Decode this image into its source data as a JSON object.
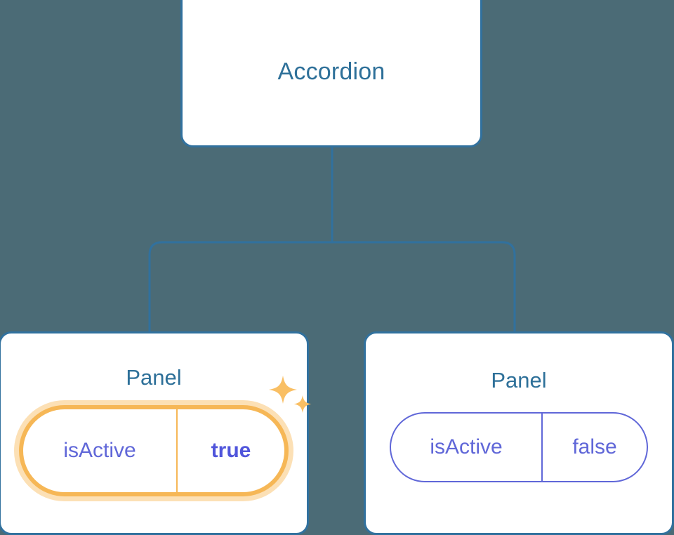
{
  "theme": {
    "background": "#4b6b76",
    "card_background": "#ffffff",
    "card_border": "#31719e",
    "connector": "#31719e",
    "title_text": "#2e7099",
    "prop_text": "#6067d8",
    "prop_border": "#6067d8",
    "highlight_stroke": "#f6b756",
    "highlight_glow": "#fce0b5",
    "highlight_value_text": "#5055db",
    "sparkle": "#f9bf64"
  },
  "tree": {
    "root": {
      "label": "Accordion"
    },
    "children": [
      {
        "label": "Panel",
        "highlighted": true,
        "props": [
          {
            "key": "isActive",
            "value": "true"
          }
        ],
        "sparkle_icons": [
          "sparkle-large-icon",
          "sparkle-small-icon"
        ]
      },
      {
        "label": "Panel",
        "highlighted": false,
        "props": [
          {
            "key": "isActive",
            "value": "false"
          }
        ]
      }
    ]
  }
}
